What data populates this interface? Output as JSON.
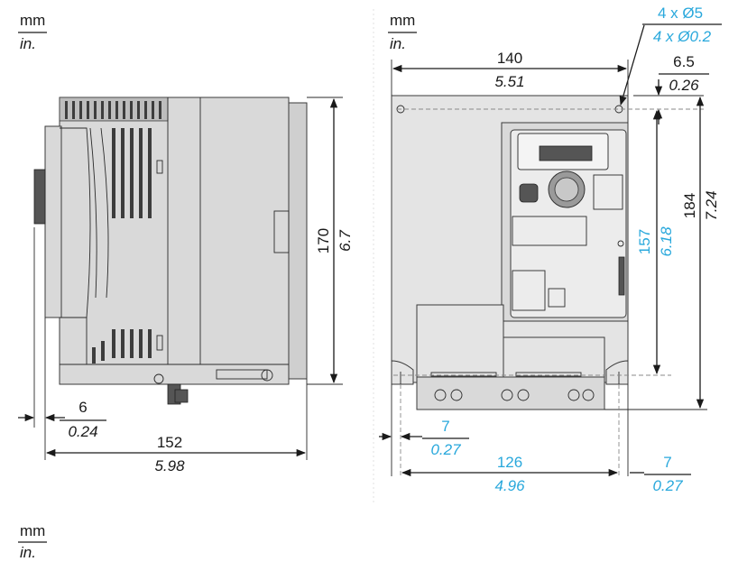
{
  "unit_legend": {
    "top_left": {
      "metric": "mm",
      "imperial": "in."
    },
    "top_right": {
      "metric": "mm",
      "imperial": "in."
    },
    "bottom_left": {
      "metric": "mm",
      "imperial": "in."
    }
  },
  "side_view": {
    "height": {
      "mm": "170",
      "in": "6.7"
    },
    "offset": {
      "mm": "6",
      "in": "0.24"
    },
    "depth": {
      "mm": "152",
      "in": "5.98"
    }
  },
  "front_view": {
    "holes": {
      "mm": "4 x Ø5",
      "in": "4 x Ø0.2"
    },
    "width": {
      "mm": "140",
      "in": "5.51"
    },
    "top_offset": {
      "mm": "6.5",
      "in": "0.26"
    },
    "hole_spacing_vertical": {
      "mm": "157",
      "in": "6.18"
    },
    "total_height": {
      "mm": "184",
      "in": "7.24"
    },
    "left_margin": {
      "mm": "7",
      "in": "0.27"
    },
    "hole_spacing_horizontal": {
      "mm": "126",
      "in": "4.96"
    },
    "right_margin": {
      "mm": "7",
      "in": "0.27"
    }
  },
  "colors": {
    "accent": "#29a8dc",
    "line": "#1a1a1a",
    "housing": "#d9d9d9"
  }
}
